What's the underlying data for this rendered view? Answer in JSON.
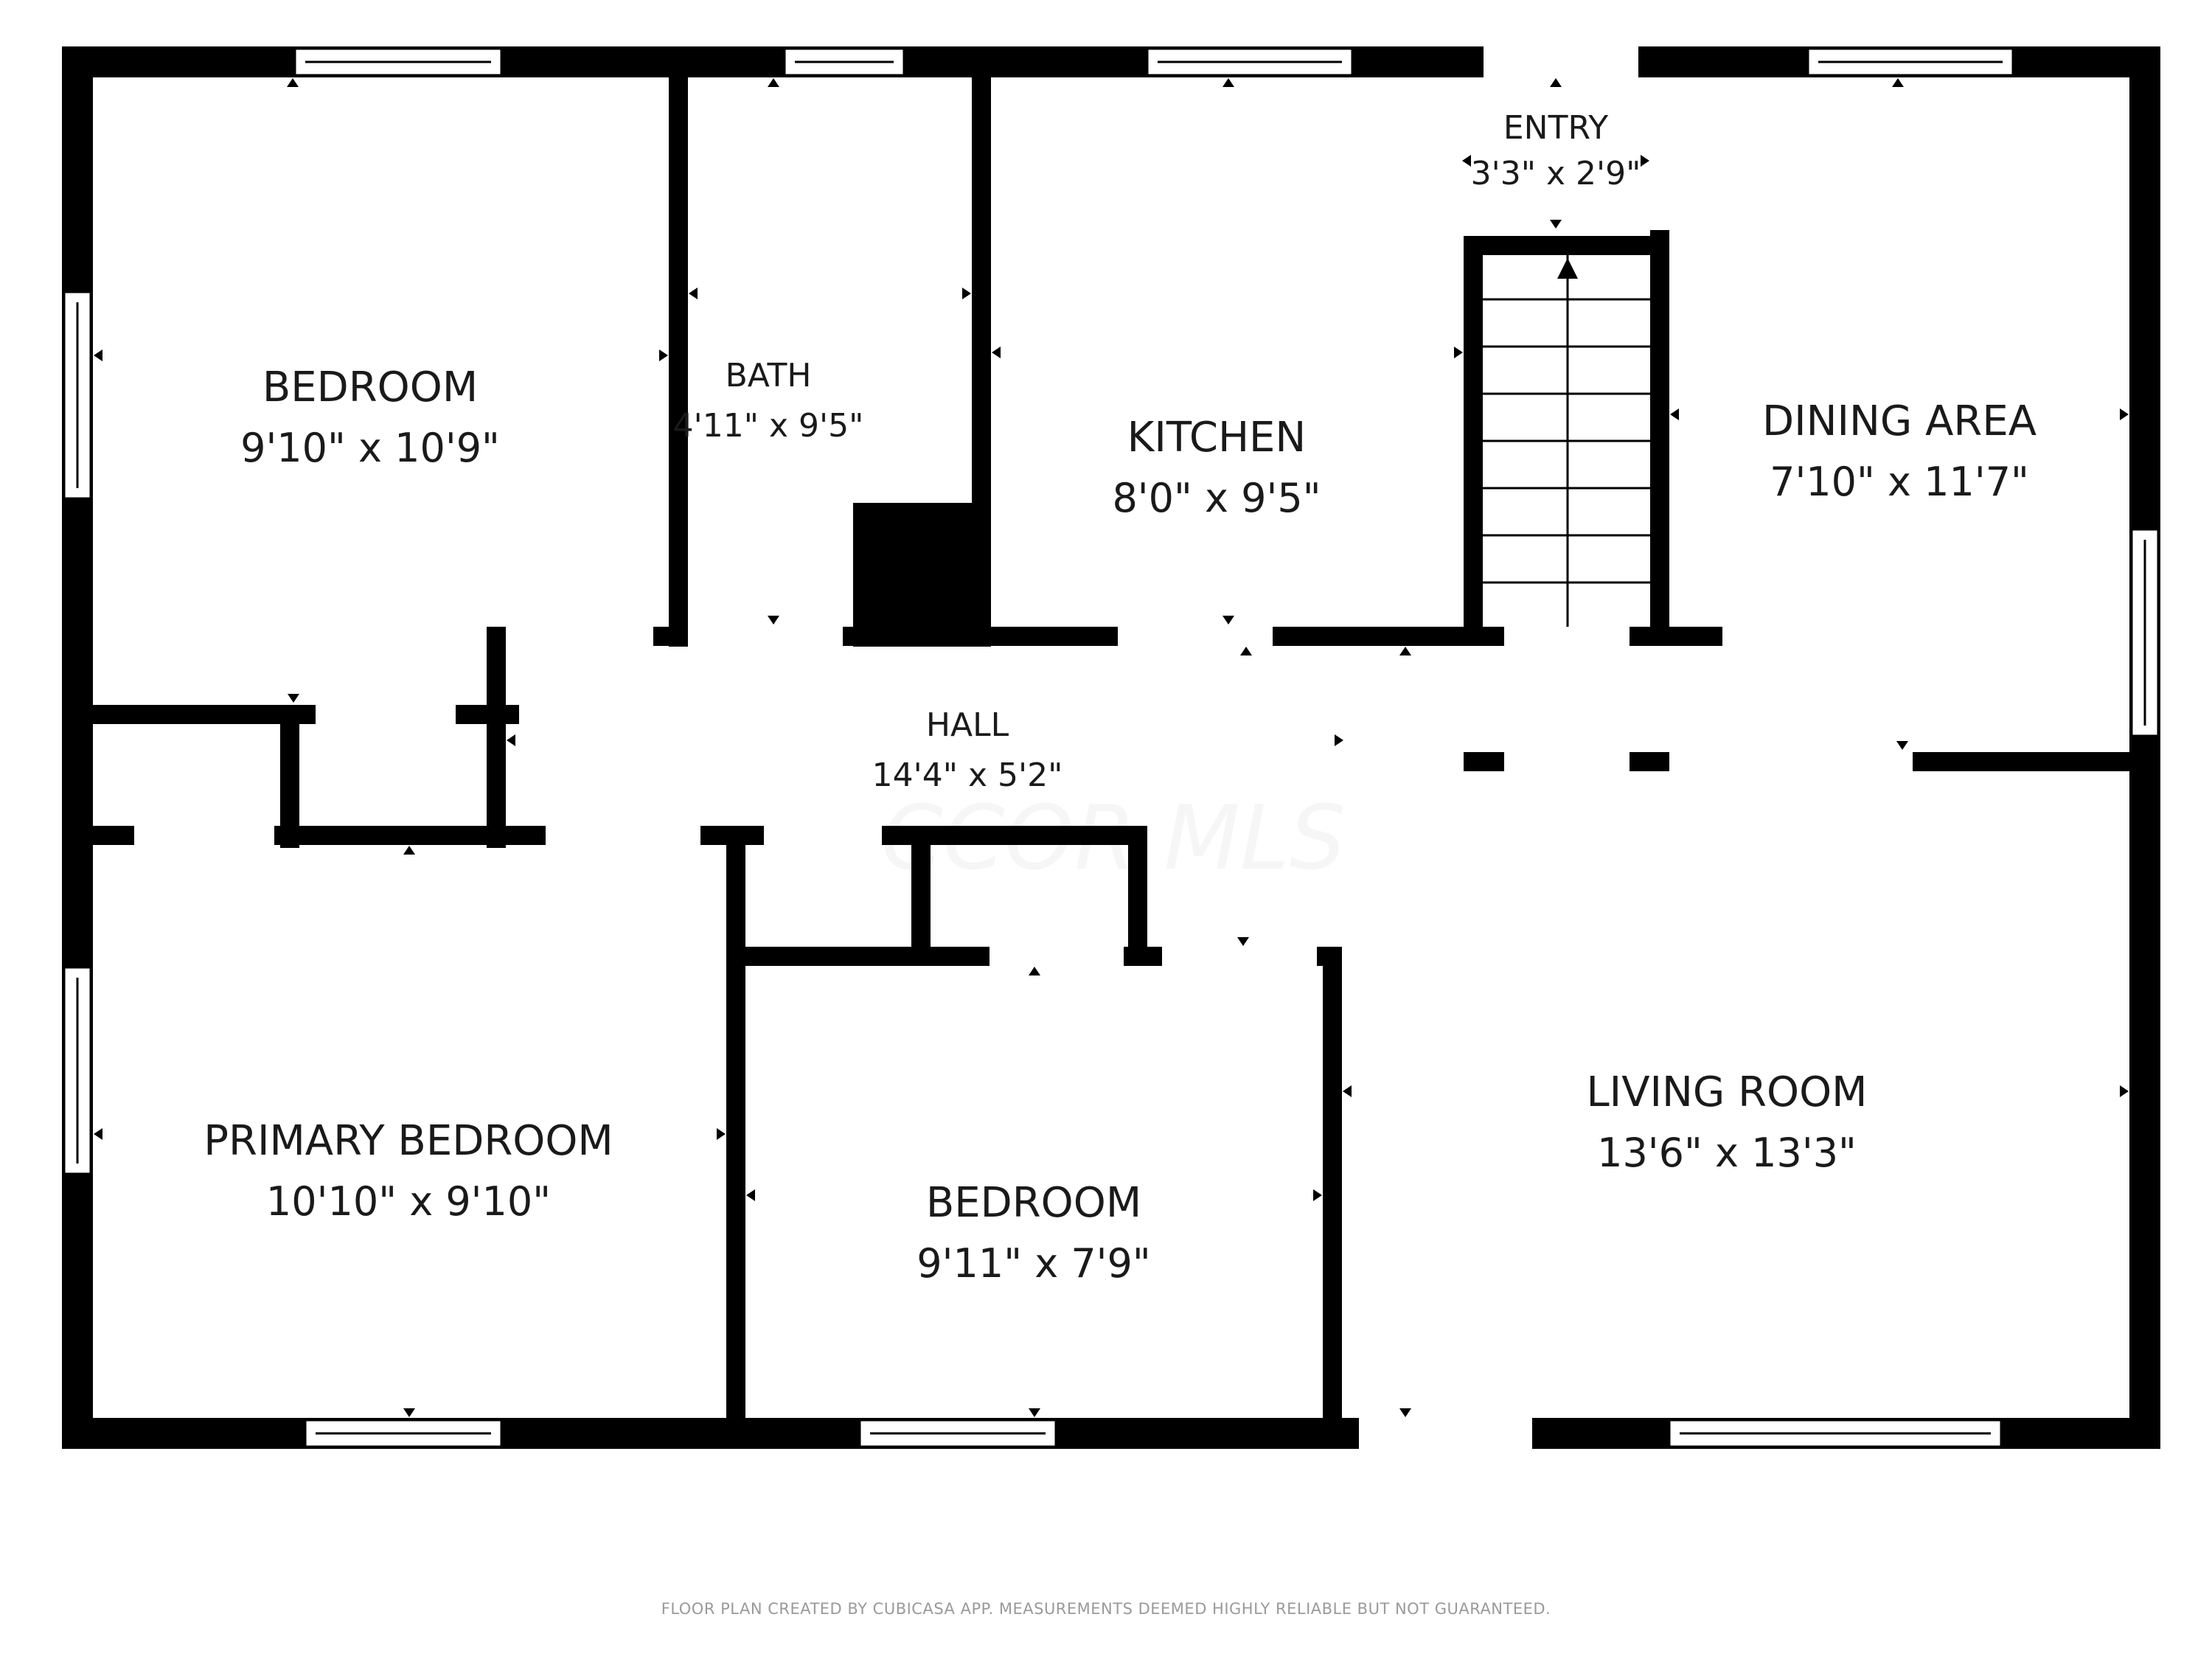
{
  "rooms": {
    "bedroom_top_left": {
      "name": "BEDROOM",
      "dims": "9'10\" x 10'9\""
    },
    "bath": {
      "name": "BATH",
      "dims": "4'11\" x 9'5\""
    },
    "kitchen": {
      "name": "KITCHEN",
      "dims": "8'0\" x 9'5\""
    },
    "entry": {
      "name": "ENTRY",
      "dims": "3'3\" x 2'9\""
    },
    "dining_area": {
      "name": "DINING AREA",
      "dims": "7'10\" x 11'7\""
    },
    "hall": {
      "name": "HALL",
      "dims": "14'4\" x 5'2\""
    },
    "primary_bedroom": {
      "name": "PRIMARY BEDROOM",
      "dims": "10'10\" x 9'10\""
    },
    "bedroom_bottom": {
      "name": "BEDROOM",
      "dims": "9'11\" x 7'9\""
    },
    "living_room": {
      "name": "LIVING ROOM",
      "dims": "13'6\" x 13'3\""
    }
  },
  "watermark": "CCOR MLS",
  "footer": "FLOOR PLAN CREATED BY CUBICASA APP. MEASUREMENTS DEEMED HIGHLY RELIABLE BUT NOT GUARANTEED."
}
